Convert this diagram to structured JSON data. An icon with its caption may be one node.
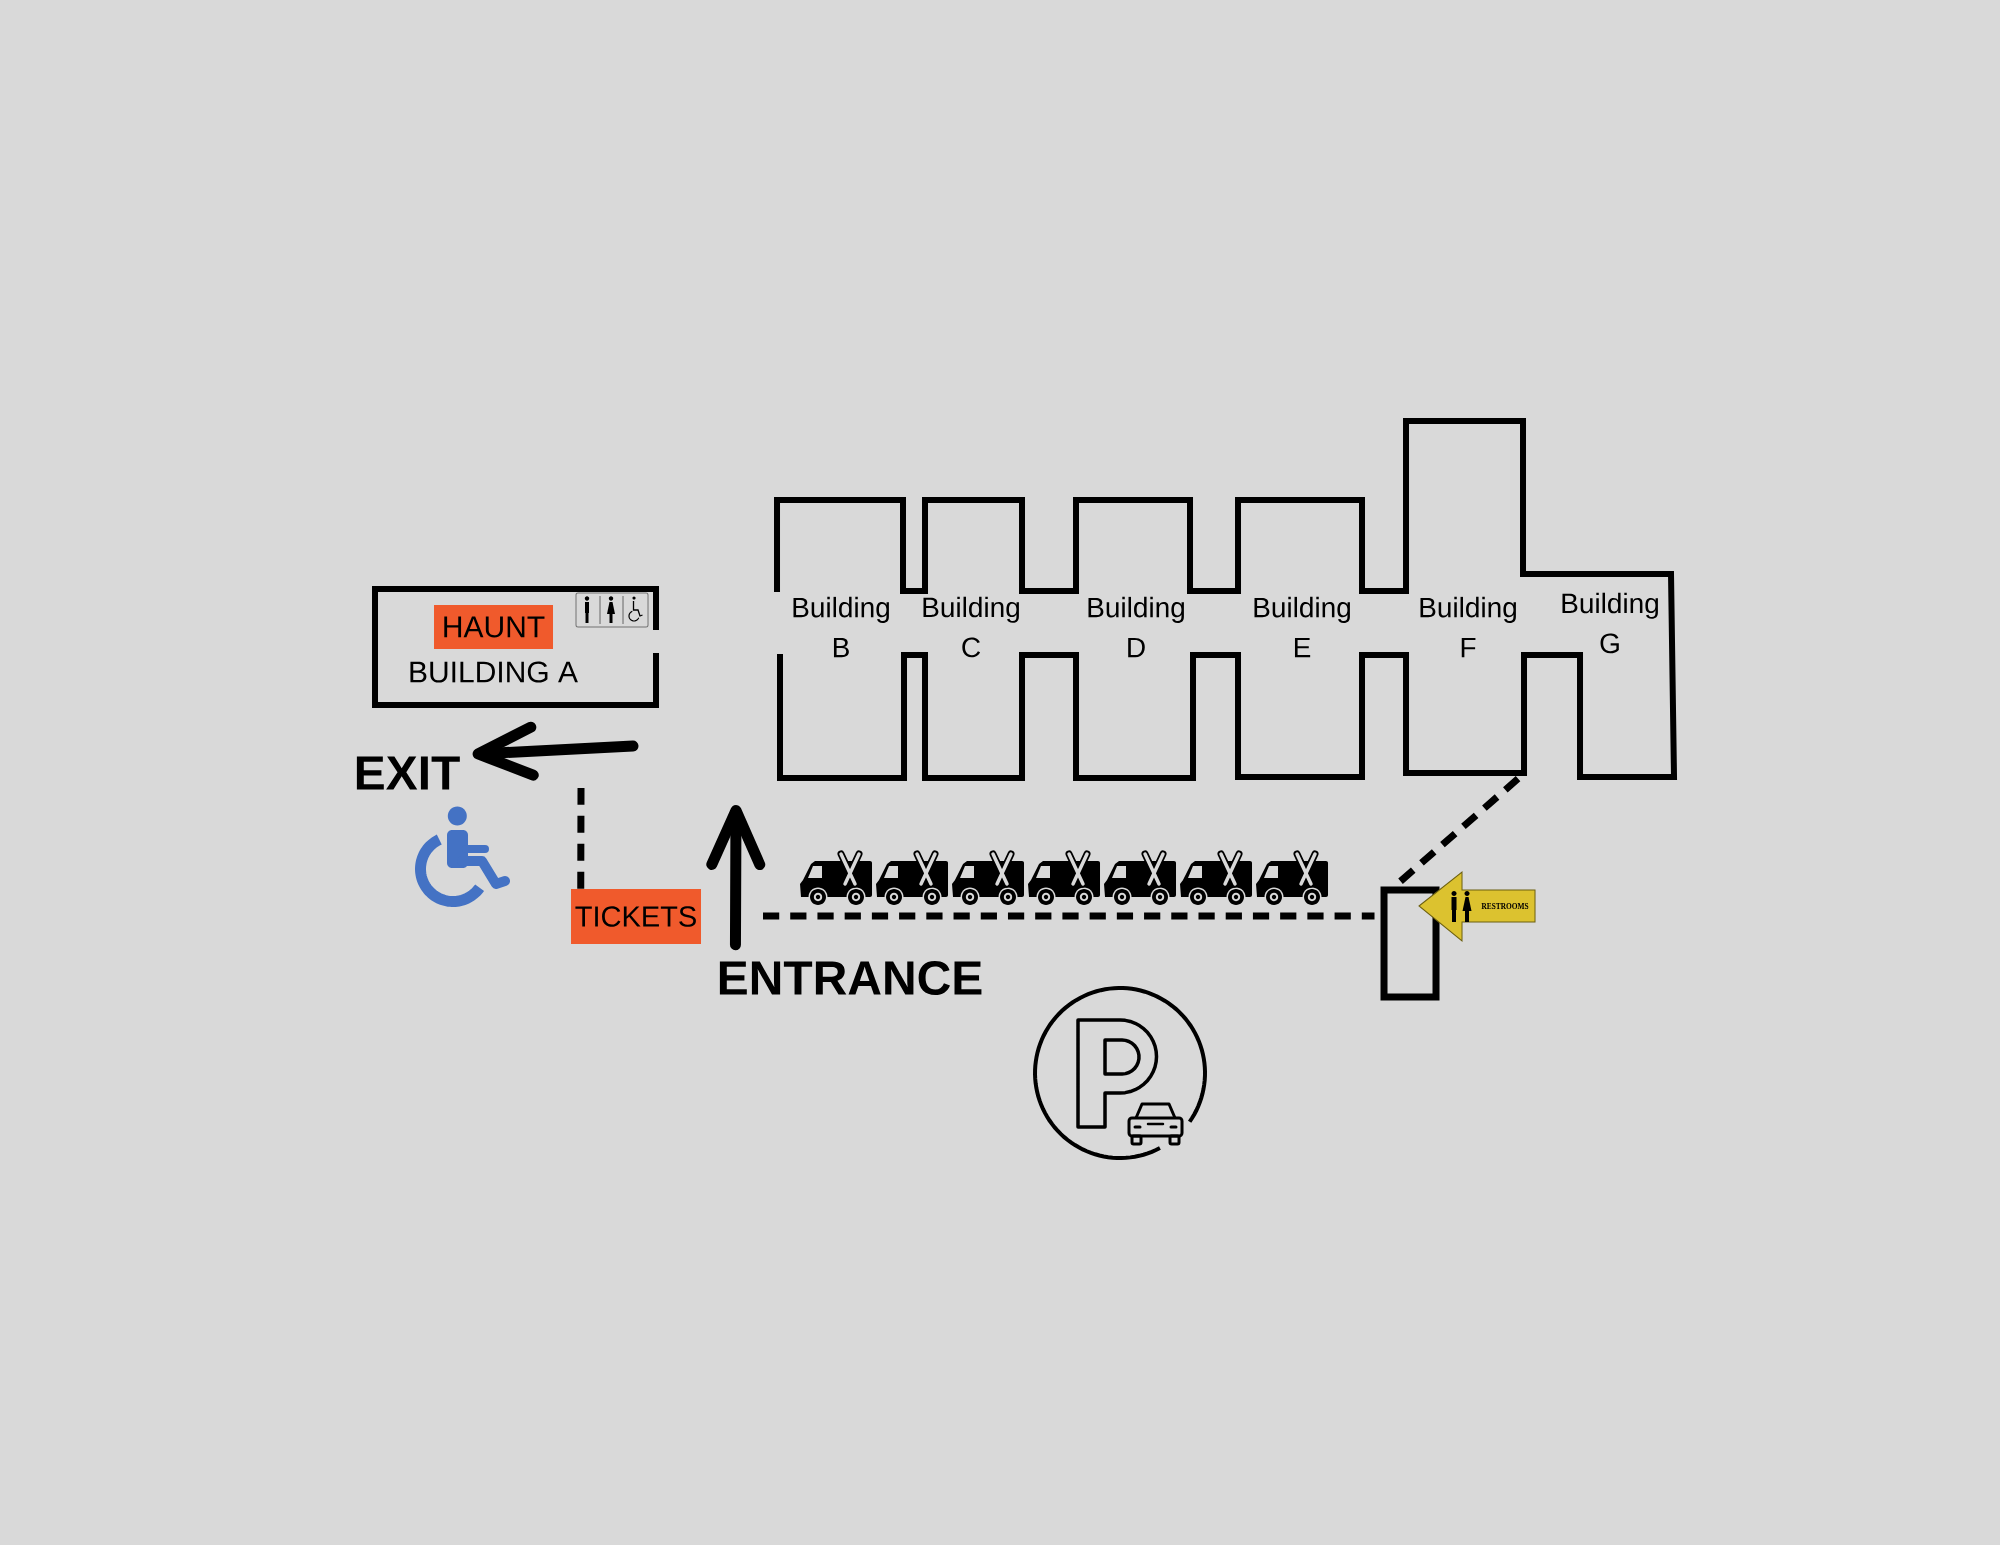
{
  "diagram": {
    "nodes": [
      {
        "text": [
          "BUILDING A"
        ]
      },
      {
        "text": [
          "HAUNT"
        ],
        "in": 0
      },
      {
        "text": [
          "Building B"
        ]
      },
      {
        "text": [
          "Building C"
        ]
      },
      {
        "text": [
          "Building D"
        ]
      },
      {
        "text": [
          "Building E"
        ]
      },
      {
        "text": [
          "Building F"
        ]
      },
      {
        "text": [
          "Building G"
        ]
      },
      {
        "text": [
          "EXIT"
        ]
      },
      {
        "text": [
          "TICKETS"
        ]
      },
      {
        "text": [
          "ENTRANCE"
        ]
      },
      {
        "text": [],
        "shape": "box"
      },
      {
        "text": [
          "RESTROOMS"
        ]
      }
    ],
    "edges": [
      {
        "from": null,
        "to": 8,
        "arrow": "to"
      },
      {
        "from": 10,
        "to": null,
        "arrow": "to"
      },
      {
        "from": 9,
        "to": null,
        "arrow": "none",
        "style": "dashed"
      },
      {
        "from": null,
        "to": 11,
        "arrow": "none",
        "style": "dashed"
      },
      {
        "from": 11,
        "to": 6,
        "arrow": "none",
        "style": "dashed"
      }
    ]
  }
}
